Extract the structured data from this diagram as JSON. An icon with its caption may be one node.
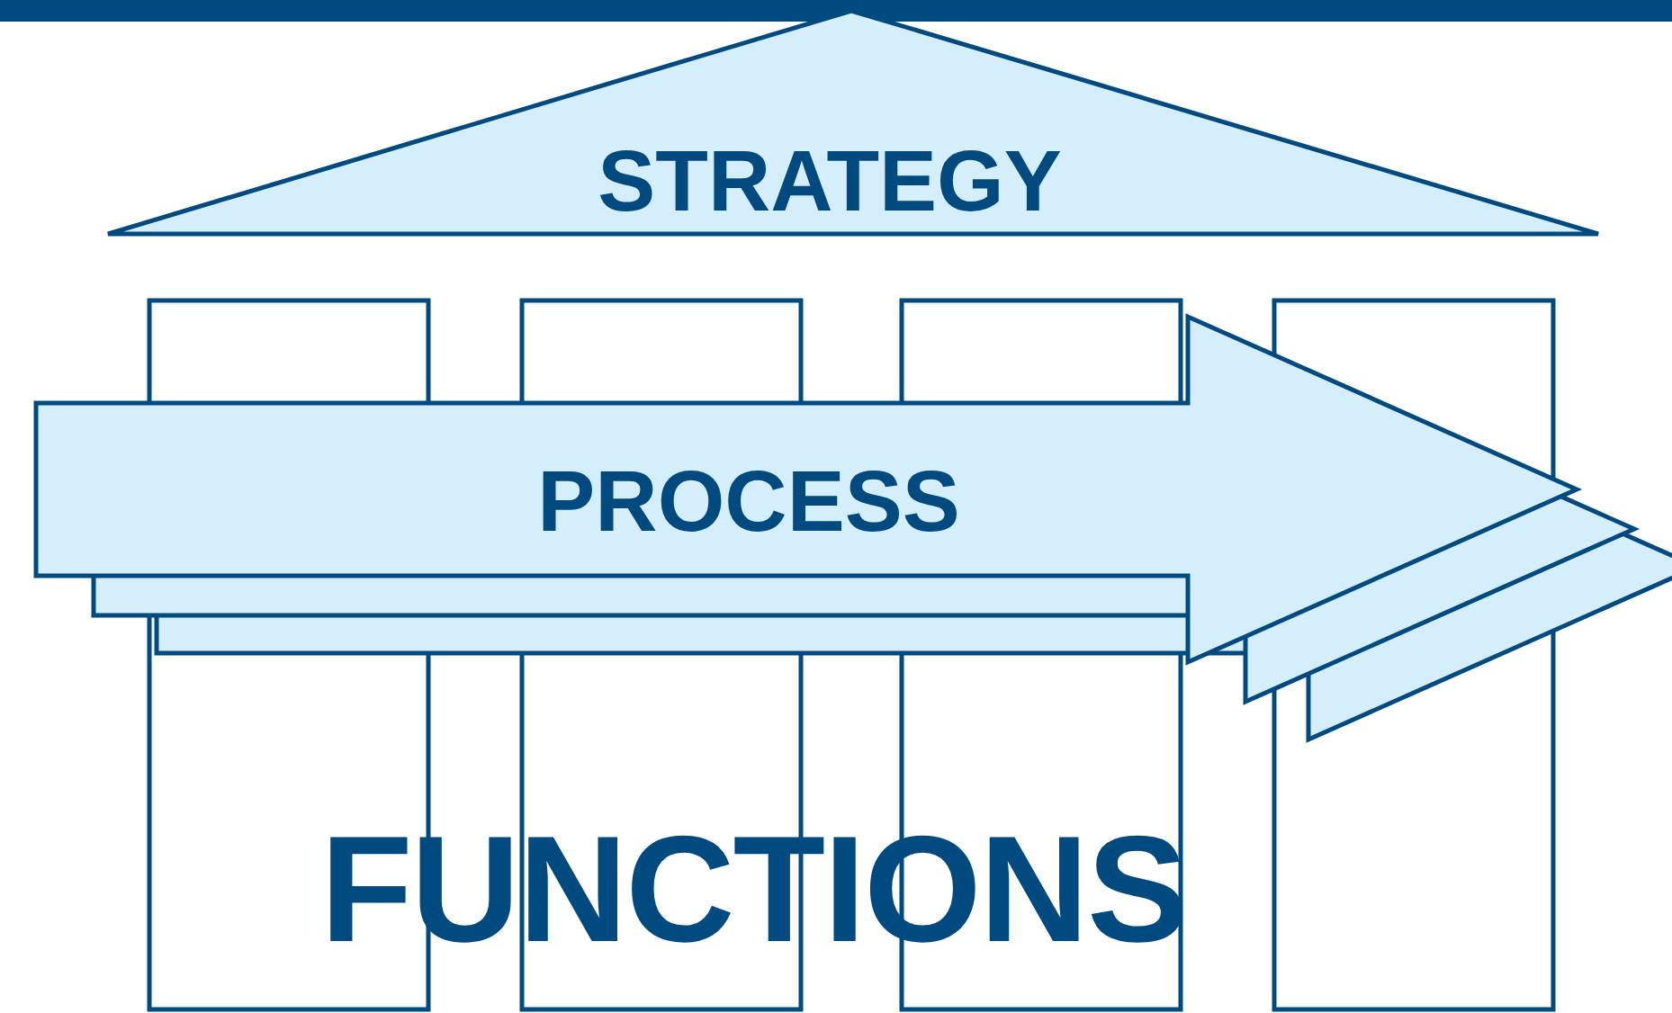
{
  "diagram": {
    "nodes": [
      {
        "text": [
          "STRATEGY"
        ]
      },
      {
        "text": [
          "PROCESS"
        ]
      }
    ],
    "labels": [
      "FUNCTIONS"
    ]
  }
}
